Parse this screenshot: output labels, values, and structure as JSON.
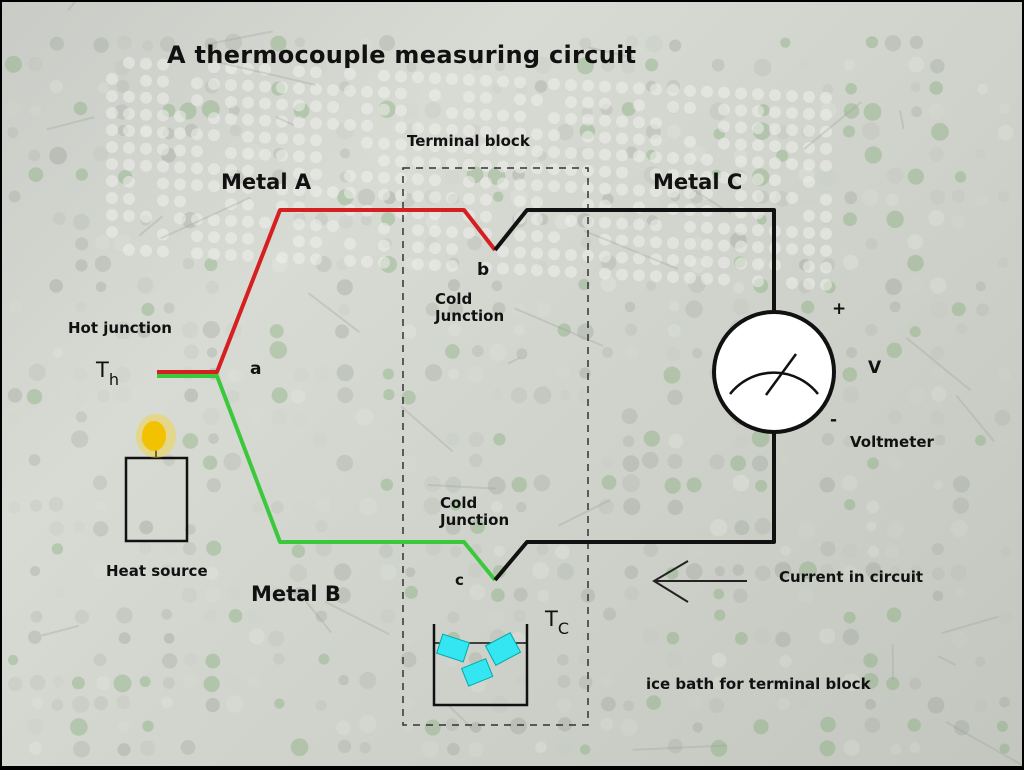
{
  "title": "A thermocouple measuring circuit",
  "labels": {
    "terminal_block": "Terminal block",
    "metal_a": "Metal A",
    "metal_b": "Metal B",
    "metal_c": "Metal C",
    "hot_junction": "Hot junction",
    "point_a": "a",
    "point_b": "b",
    "point_c": "c",
    "cold_junction_top": "Cold\nJunction",
    "cold_junction_bottom": "Cold\nJunction",
    "th_main": "T",
    "th_sub": "h",
    "tc_main": "T",
    "tc_sub": "C",
    "heat_source": "Heat source",
    "plus": "+",
    "minus": "-",
    "v_symbol": "V",
    "voltmeter": "Voltmeter",
    "current": "Current in circuit",
    "ice_bath": "ice bath for terminal block"
  },
  "colors": {
    "metal_a": "#d42020",
    "metal_b": "#3cc83c",
    "metal_c": "#111111",
    "flame": "#f2c200",
    "ice": "#33e6f2"
  }
}
